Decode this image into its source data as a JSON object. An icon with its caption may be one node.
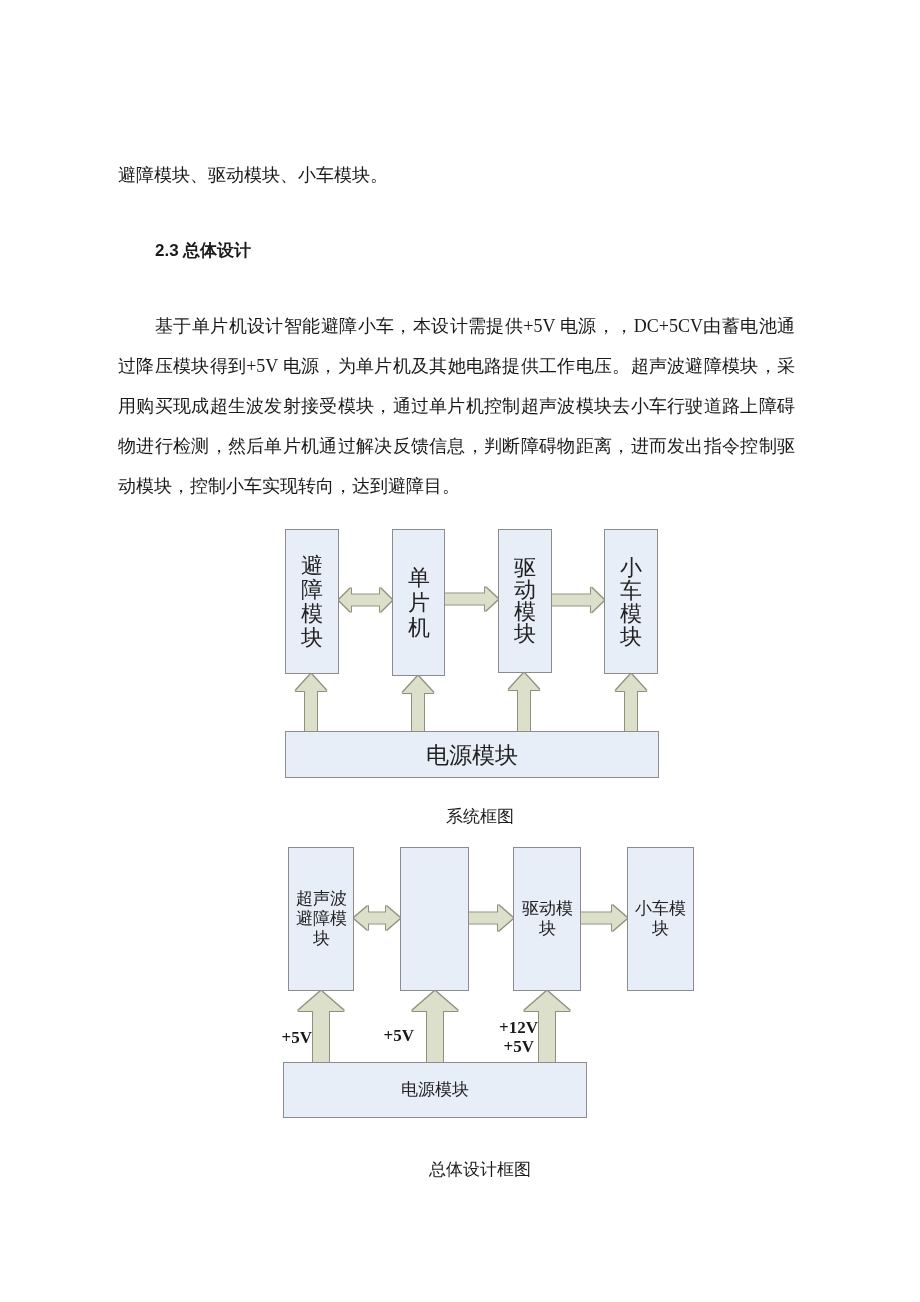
{
  "diagram": {
    "title": "2.3 总体设计",
    "nodes": [
      {
        "text": [
          "避障模块"
        ]
      },
      {
        "text": [
          "单片机"
        ]
      },
      {
        "text": [
          "驱动模块"
        ]
      },
      {
        "text": [
          "小车模块"
        ]
      },
      {
        "text": [
          "电源模块"
        ]
      },
      {
        "text": [
          "超声波避障模块"
        ]
      },
      {
        "text": [],
        "shape": "box"
      },
      {
        "text": [
          "驱动模块"
        ]
      },
      {
        "text": [
          "小车模块"
        ]
      },
      {
        "text": [
          "电源模块"
        ]
      }
    ],
    "edges": [
      {
        "from": 0,
        "to": 1,
        "arrow": "both"
      },
      {
        "from": 1,
        "to": 2,
        "arrow": "to"
      },
      {
        "from": 2,
        "to": 3,
        "arrow": "to"
      },
      {
        "from": 4,
        "to": 0,
        "arrow": "to"
      },
      {
        "from": 4,
        "to": 1,
        "arrow": "to"
      },
      {
        "from": 4,
        "to": 2,
        "arrow": "to"
      },
      {
        "from": 4,
        "to": 3,
        "arrow": "to"
      },
      {
        "from": 5,
        "to": 6,
        "arrow": "both"
      },
      {
        "from": 6,
        "to": 7,
        "arrow": "to"
      },
      {
        "from": 7,
        "to": 8,
        "arrow": "to"
      },
      {
        "from": 9,
        "to": 5,
        "arrow": "to"
      },
      {
        "from": 9,
        "to": 6,
        "arrow": "to"
      },
      {
        "from": 9,
        "to": 7,
        "arrow": "to"
      }
    ],
    "labels": [
      "避障模块、驱动模块、小车模块。",
      "基于单片机设计智能避障小车，本设计需提供+5V 电源，，DC+5CV由蓄电池通过降压模块得到+5V 电源，为单片机及其她电路提供工作电压。超声波避障模块，采用购买现成超生波发射接受模块，通过单片机控制超声波模块去小车行驶道路上障碍物进行检测，然后单片机通过解决反馈信息，判断障碍物距离，进而发出指令控制驱动模块，控制小车实现转向，达到避障目。",
      "系统框图",
      "+5V",
      "+5V",
      "+12V",
      "+5V",
      "总体设计框图"
    ]
  }
}
